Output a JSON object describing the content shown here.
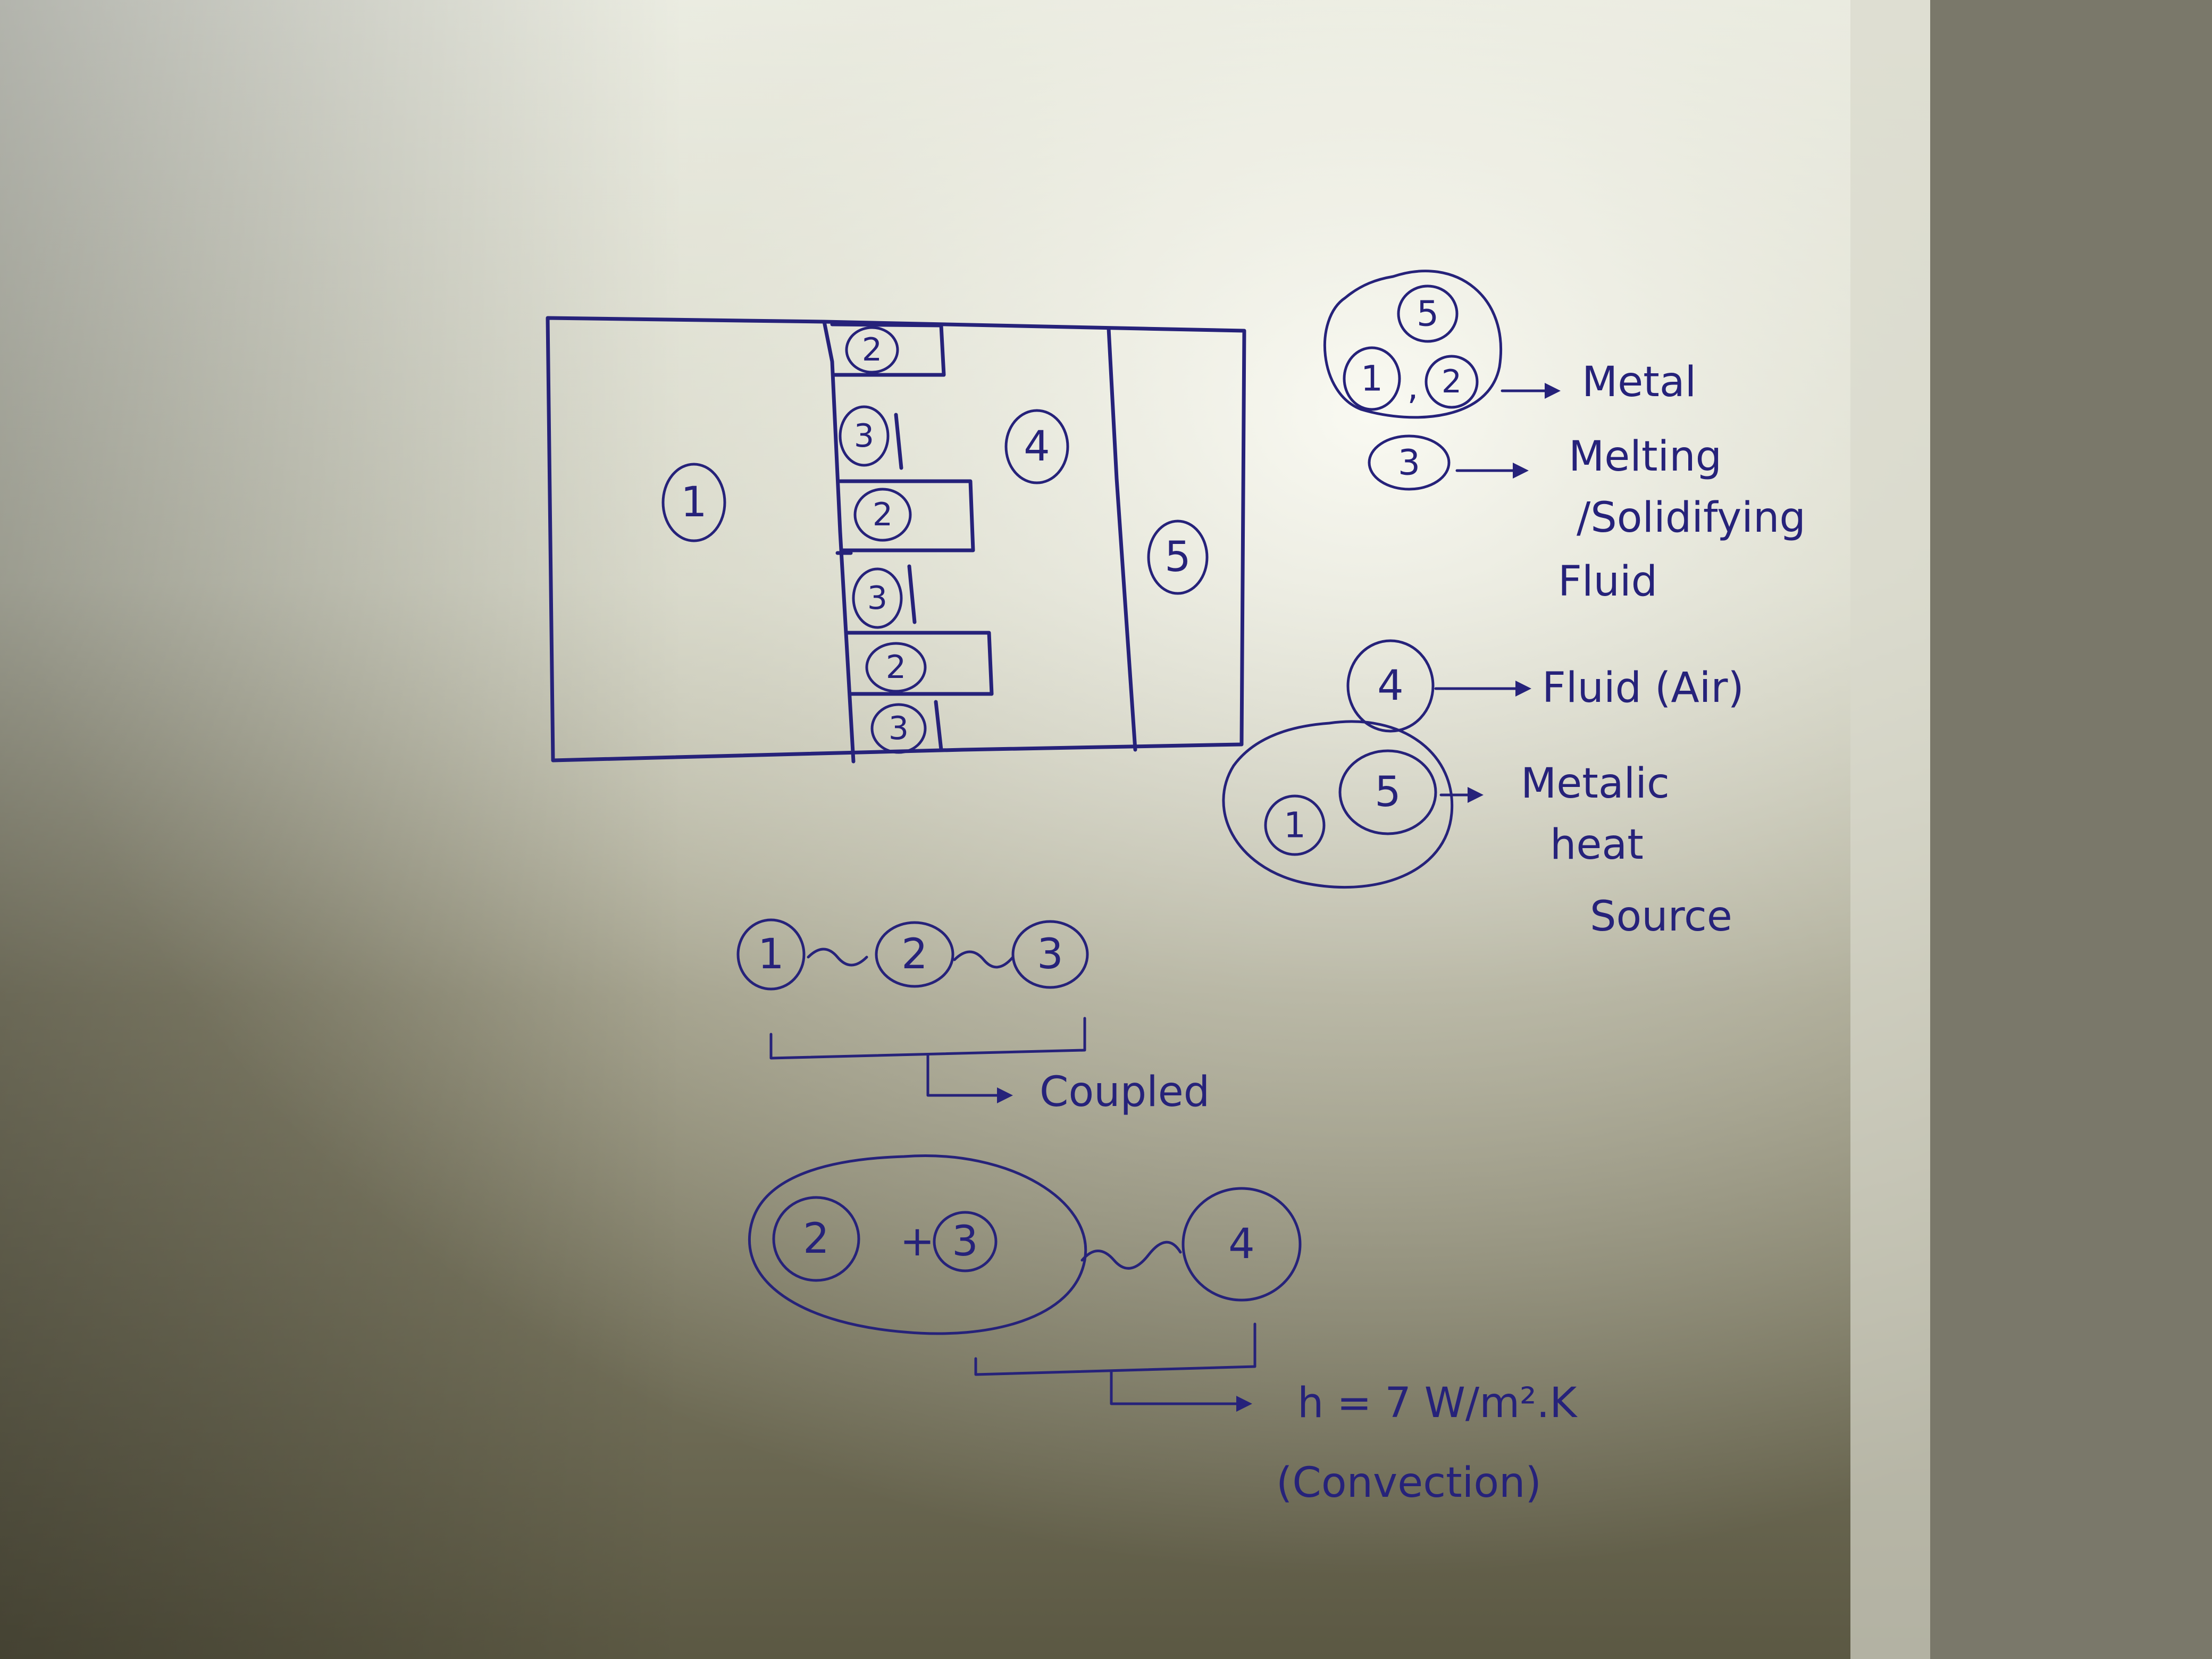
{
  "regions": {
    "r1": "1",
    "r2": "2",
    "r3": "3",
    "r4": "4",
    "r5": "5"
  },
  "legend": {
    "metal_group": {
      "items": [
        "5",
        "1",
        ",",
        "2"
      ],
      "label": "Metal"
    },
    "pcm": {
      "item": "3",
      "label_line1": "Melting",
      "label_line2": "/Solidifying",
      "label_line3": "Fluid"
    },
    "air": {
      "item": "4",
      "label": "Fluid (Air)"
    },
    "heat_source": {
      "items": [
        "1",
        "5"
      ],
      "label_line1": "Metalic",
      "label_line2": "heat",
      "label_line3": "Source"
    }
  },
  "coupling": {
    "chain": [
      "1",
      "2",
      "3"
    ],
    "label": "Coupled"
  },
  "convection": {
    "left": [
      "2",
      "+",
      "3"
    ],
    "right": "4",
    "formula": "h = 7 W/m².K",
    "note": "(Convection)"
  },
  "colors": {
    "ink": "#26227a",
    "paper_light": "#f4f4ee",
    "paper_dark": "#4a4738"
  }
}
